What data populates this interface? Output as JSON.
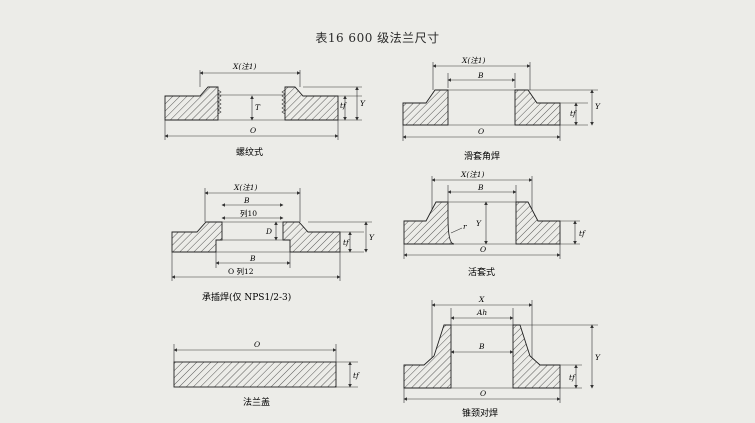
{
  "title": "表16 600 级法兰尺寸",
  "diagrams": {
    "threaded": {
      "caption": "螺纹式",
      "x_note": "X(注1)",
      "t_label": "T",
      "y_label": "Y",
      "tf_label": "tf",
      "o_label": "O"
    },
    "slip_on": {
      "caption": "滑套角焊",
      "x_note": "X(注1)",
      "b_label": "B",
      "y_label": "Y",
      "tf_label": "tf",
      "o_label": "O"
    },
    "socket_weld": {
      "caption": "承插焊(仅 NPS1/2-3)",
      "x_note": "X(注1)",
      "b_label": "B",
      "col10": "列10",
      "d_label": "D",
      "y_label": "Y",
      "tf_label": "tf",
      "b2_label": "B",
      "o_col12": "O  列12"
    },
    "lapped": {
      "caption": "活套式",
      "x_note": "X(注1)",
      "b_label": "B",
      "r_label": "r",
      "y_label": "Y",
      "tf_label": "tf",
      "o_label": "O"
    },
    "blind": {
      "caption": "法兰盖",
      "o_label": "O",
      "tf_label": "tf"
    },
    "weld_neck": {
      "caption": "锥颈对焊",
      "x_label": "X",
      "ah_label": "Ah",
      "b_label": "B",
      "y_label": "Y",
      "tf_label": "tf",
      "o_label": "O"
    }
  }
}
